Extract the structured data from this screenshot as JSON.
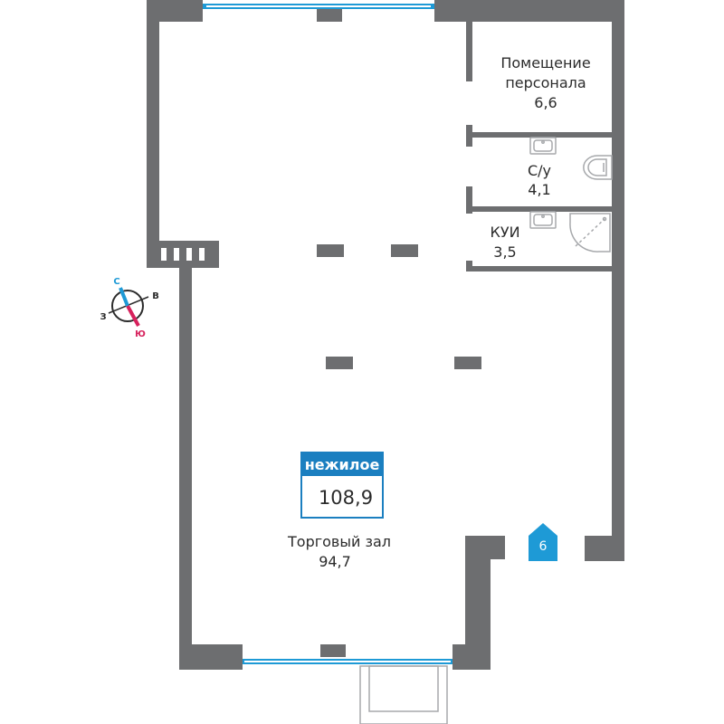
{
  "colors": {
    "wall": "#6d6e70",
    "window": "#1e9ad6",
    "accent": "#1b7fc0",
    "south": "#d6215c",
    "fixture": "#a7a9ac",
    "text": "#2b2b2b"
  },
  "badge": {
    "title": "нежилое",
    "total_area": "108,9"
  },
  "rooms": {
    "staff_line1": "Помещение",
    "staff_line2": "персонала",
    "staff_area": "6,6",
    "wc_name": "С/у",
    "wc_area": "4,1",
    "kui_name": "КУИ",
    "kui_area": "3,5",
    "hall_name": "Торговый зал",
    "hall_area": "94,7"
  },
  "entrance": {
    "number": "6"
  },
  "compass": {
    "north": "С",
    "east": "В",
    "west": "З",
    "south": "Ю"
  }
}
